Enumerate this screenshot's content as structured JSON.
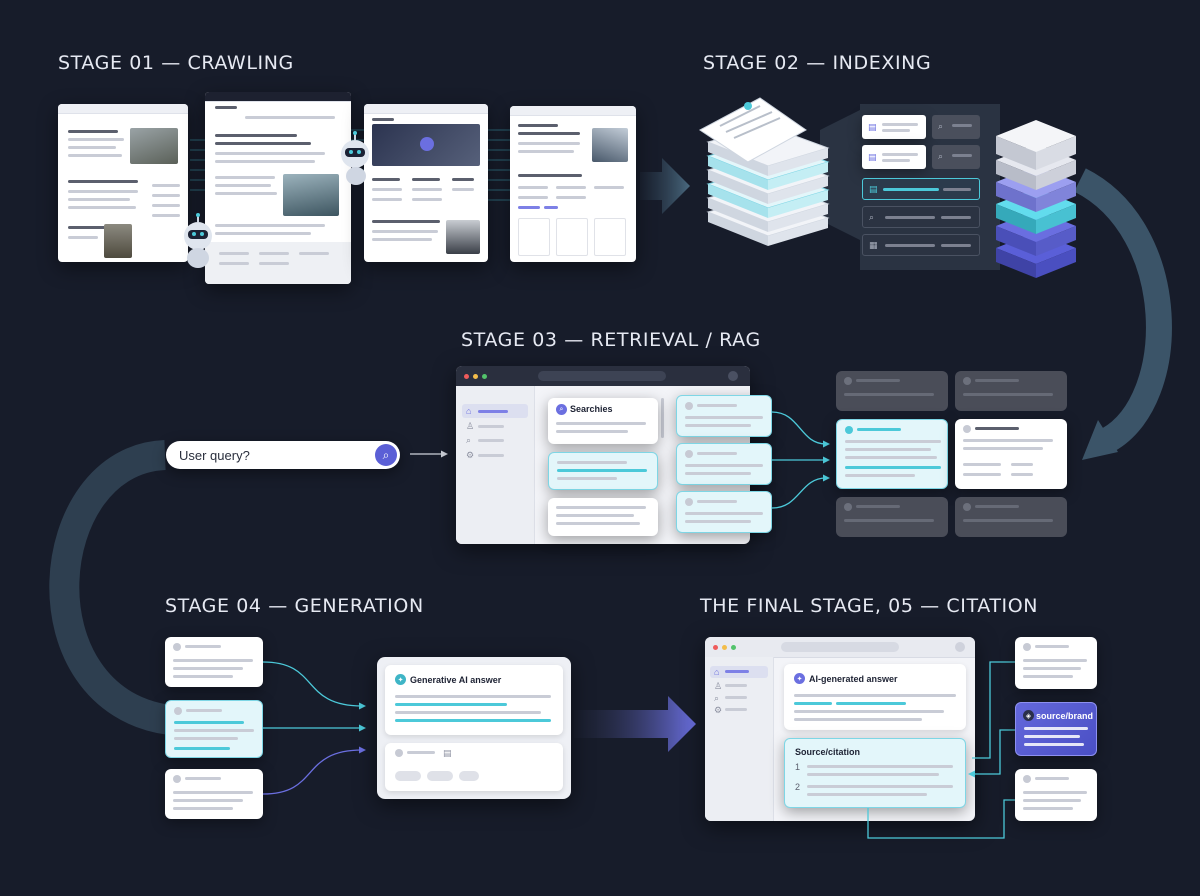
{
  "stages": {
    "s1": "STAGE 01 — CRAWLING",
    "s2": "STAGE 02 — INDEXING",
    "s3": "STAGE 03 — RETRIEVAL / RAG",
    "s4": "STAGE 04 — GENERATION",
    "s5": "THE FINAL STAGE, 05 — CITATION"
  },
  "retrieval": {
    "query_placeholder": "User query?",
    "search_card_title": "Searchies"
  },
  "generation": {
    "answer_title": "Generative AI answer"
  },
  "citation": {
    "answer_title": "AI-generated answer",
    "source_title": "Source/citation",
    "source_brand": "source/brand",
    "item_1": "1",
    "item_2": "2"
  },
  "colors": {
    "background": "#171c2a",
    "teal": "#4cc9d9",
    "violet": "#6468dc",
    "flow_arrow": "#3f5a6e"
  }
}
